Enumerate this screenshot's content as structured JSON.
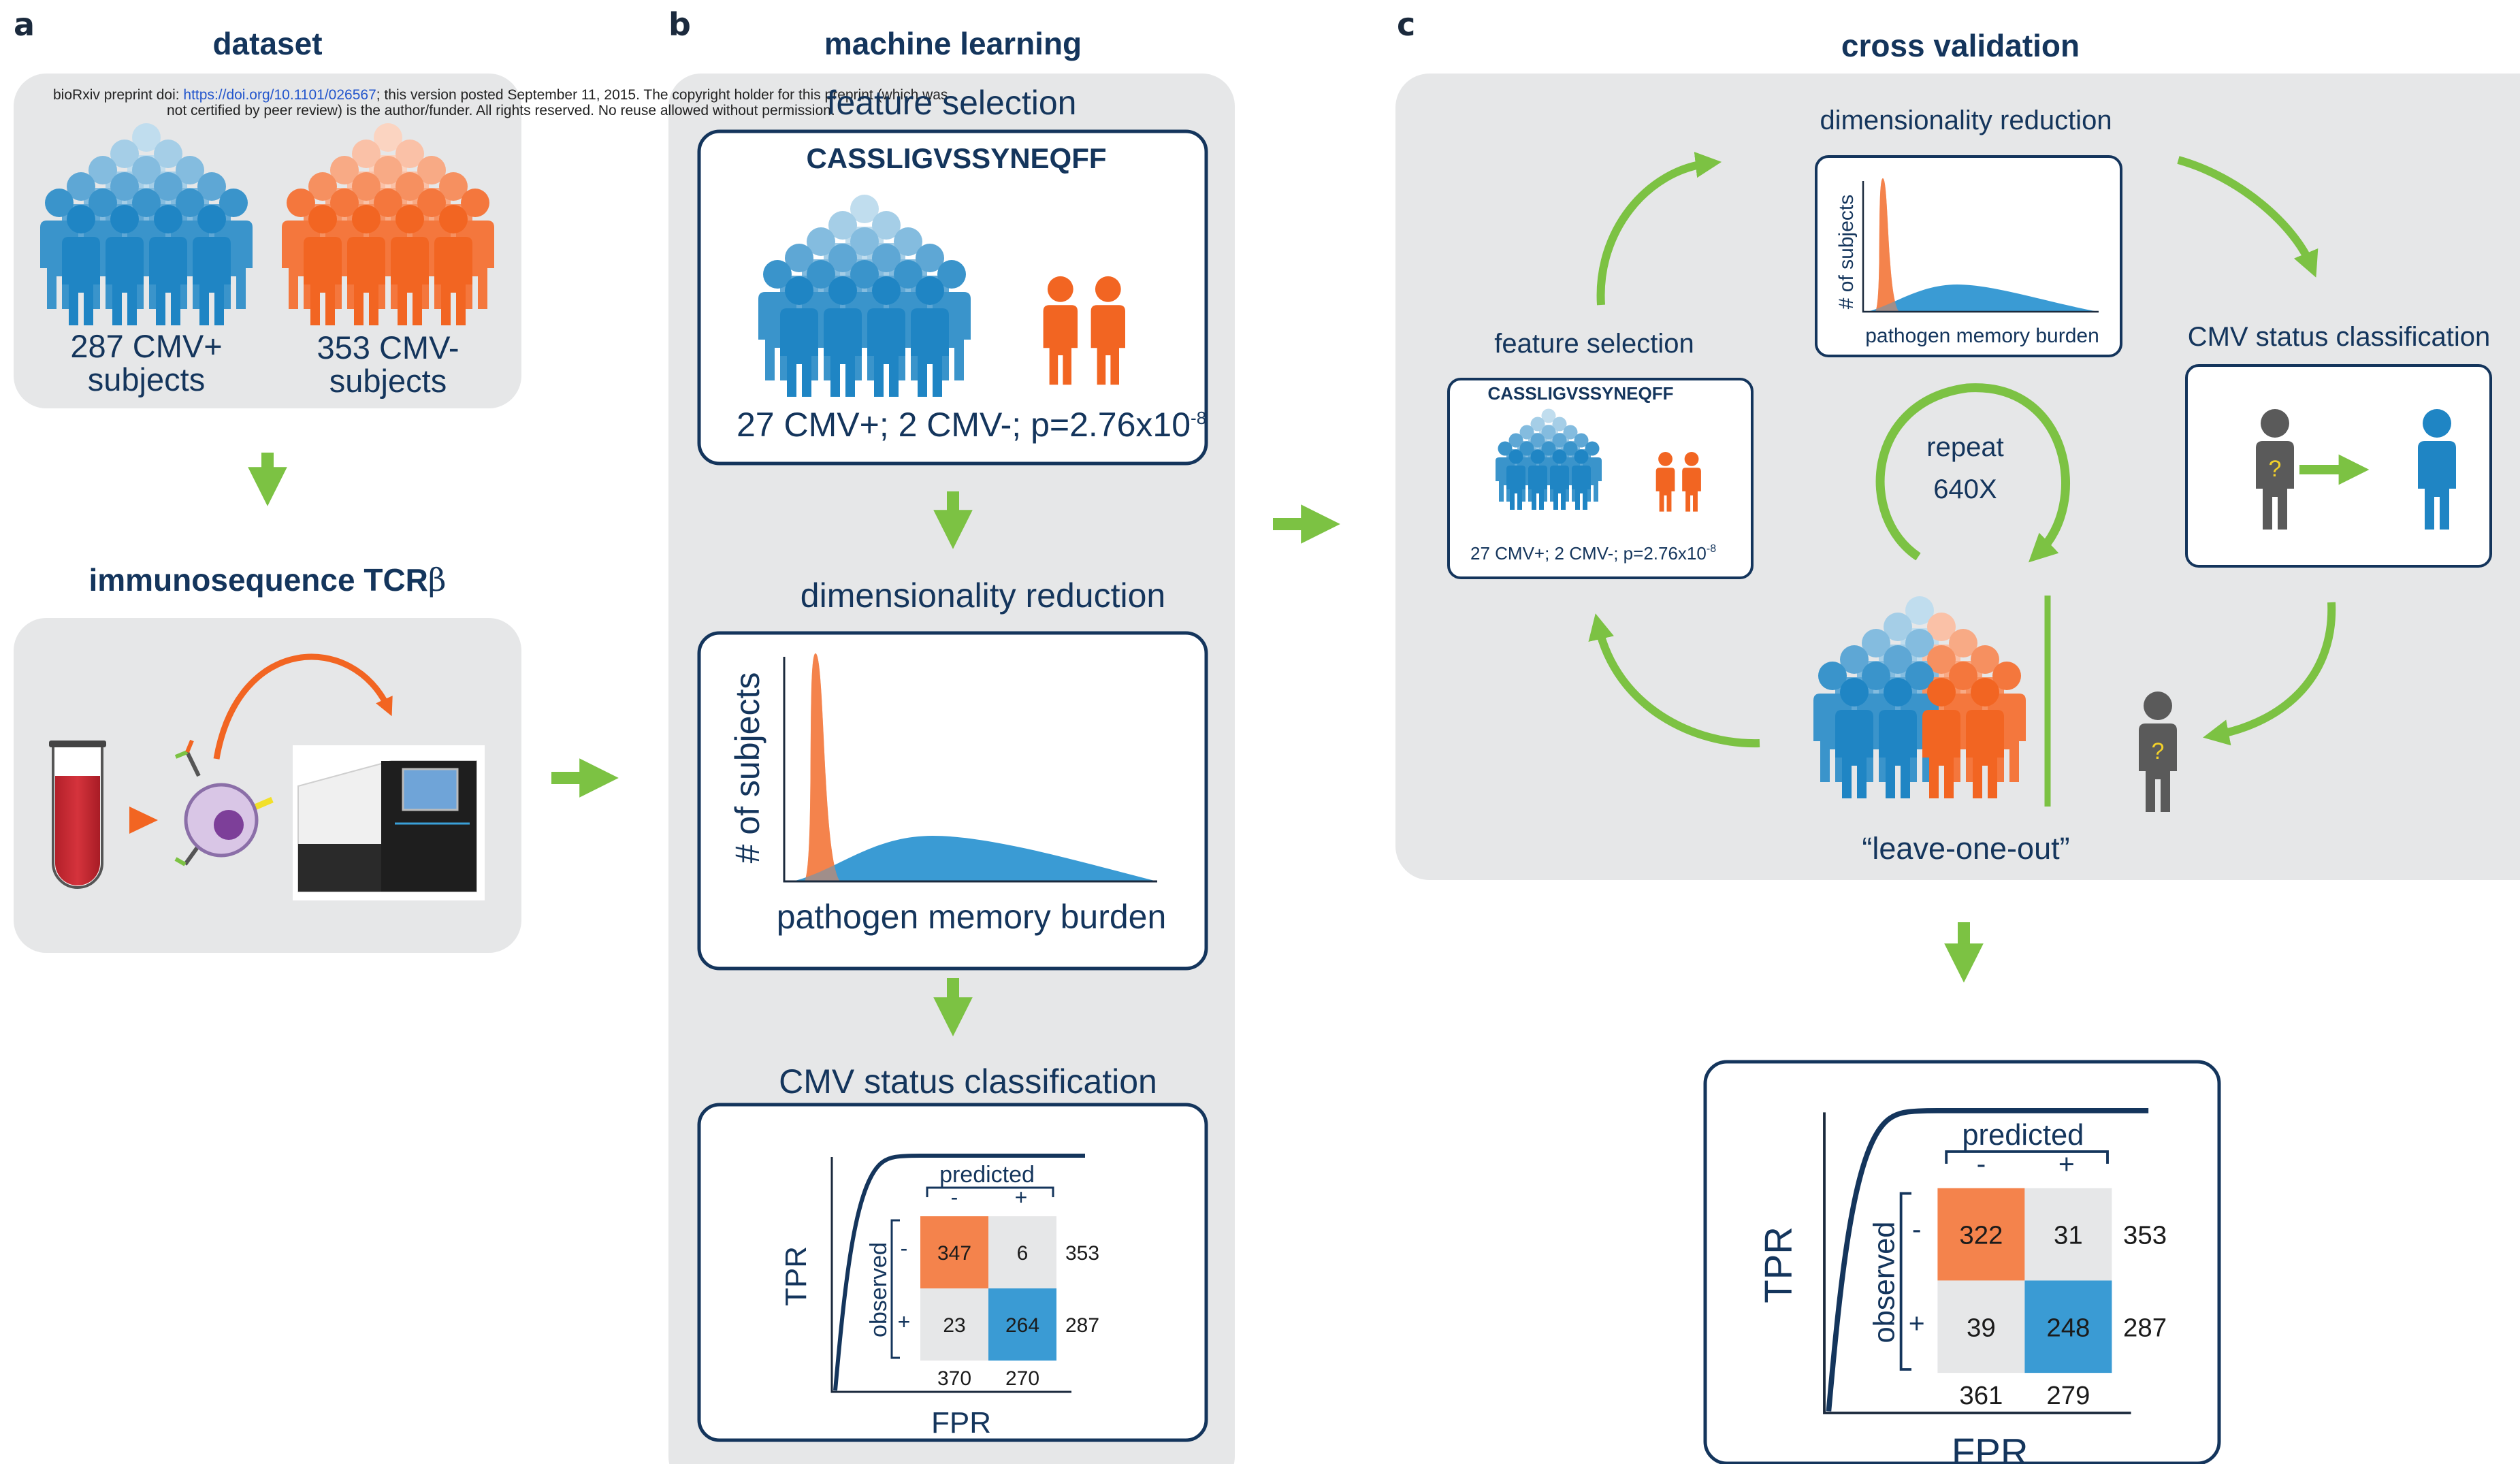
{
  "preprint_notice": {
    "line1_prefix": "bioRxiv preprint doi: ",
    "doi_link": "https://doi.org/10.1101/026567",
    "line1_suffix": "; this version posted September 11, 2015. The copyright holder for this preprint (which was",
    "line2": "not certified by peer review) is the author/funder. All rights reserved. No reuse allowed without permission."
  },
  "panel_a": {
    "letter": "a",
    "title": "dataset",
    "group_pos": {
      "count": "287 CMV+",
      "label": "subjects"
    },
    "group_neg": {
      "count": "353 CMV-",
      "label": "subjects"
    },
    "step2_title": "immunosequence TCR",
    "step2_symbol": "β"
  },
  "panel_b": {
    "letter": "b",
    "title": "machine learning",
    "feature_title": "feature selection",
    "sequence": "CASSLIGVSSYNEQFF",
    "stats_prefix": "27 CMV+; 2 CMV-; p=2.76x10",
    "stats_exp": "-8",
    "dimred_title": "dimensionality reduction",
    "y_axis": "# of subjects",
    "x_axis": "pathogen memory burden",
    "class_title": "CMV status classification",
    "roc_y": "TPR",
    "roc_x": "FPR",
    "predicted": "predicted",
    "observed": "observed",
    "minus": "-",
    "plus": "+",
    "matrix": {
      "nn": "347",
      "np": "6",
      "pn": "23",
      "pp": "264",
      "row_neg": "353",
      "row_pos": "287",
      "col_neg": "370",
      "col_pos": "270"
    }
  },
  "panel_c": {
    "letter": "c",
    "title": "cross validation",
    "dimred_title": "dimensionality reduction",
    "y_axis": "# of subjects",
    "x_axis": "pathogen memory burden",
    "feature_title": "feature selection",
    "sequence": "CASSLIGVSSYNEQFF",
    "stats_prefix": "27 CMV+; 2 CMV-; p=2.76x10",
    "stats_exp": "-8",
    "class_title": "CMV status classification",
    "repeat_line1": "repeat",
    "repeat_line2": "640X",
    "question": "?",
    "leave_one_out": "“leave-one-out”",
    "roc_y": "TPR",
    "roc_x": "FPR",
    "predicted": "predicted",
    "observed": "observed",
    "minus": "-",
    "plus": "+",
    "matrix": {
      "nn": "322",
      "np": "31",
      "pn": "39",
      "pp": "248",
      "row_neg": "353",
      "row_pos": "287",
      "col_neg": "361",
      "col_pos": "279"
    }
  },
  "colors": {
    "blue": "#1f85c4",
    "orange": "#f26522",
    "green": "#7cc243",
    "navy": "#14355c",
    "panel_bg": "#e6e7e8",
    "grey_person": "#5a5a5a"
  }
}
